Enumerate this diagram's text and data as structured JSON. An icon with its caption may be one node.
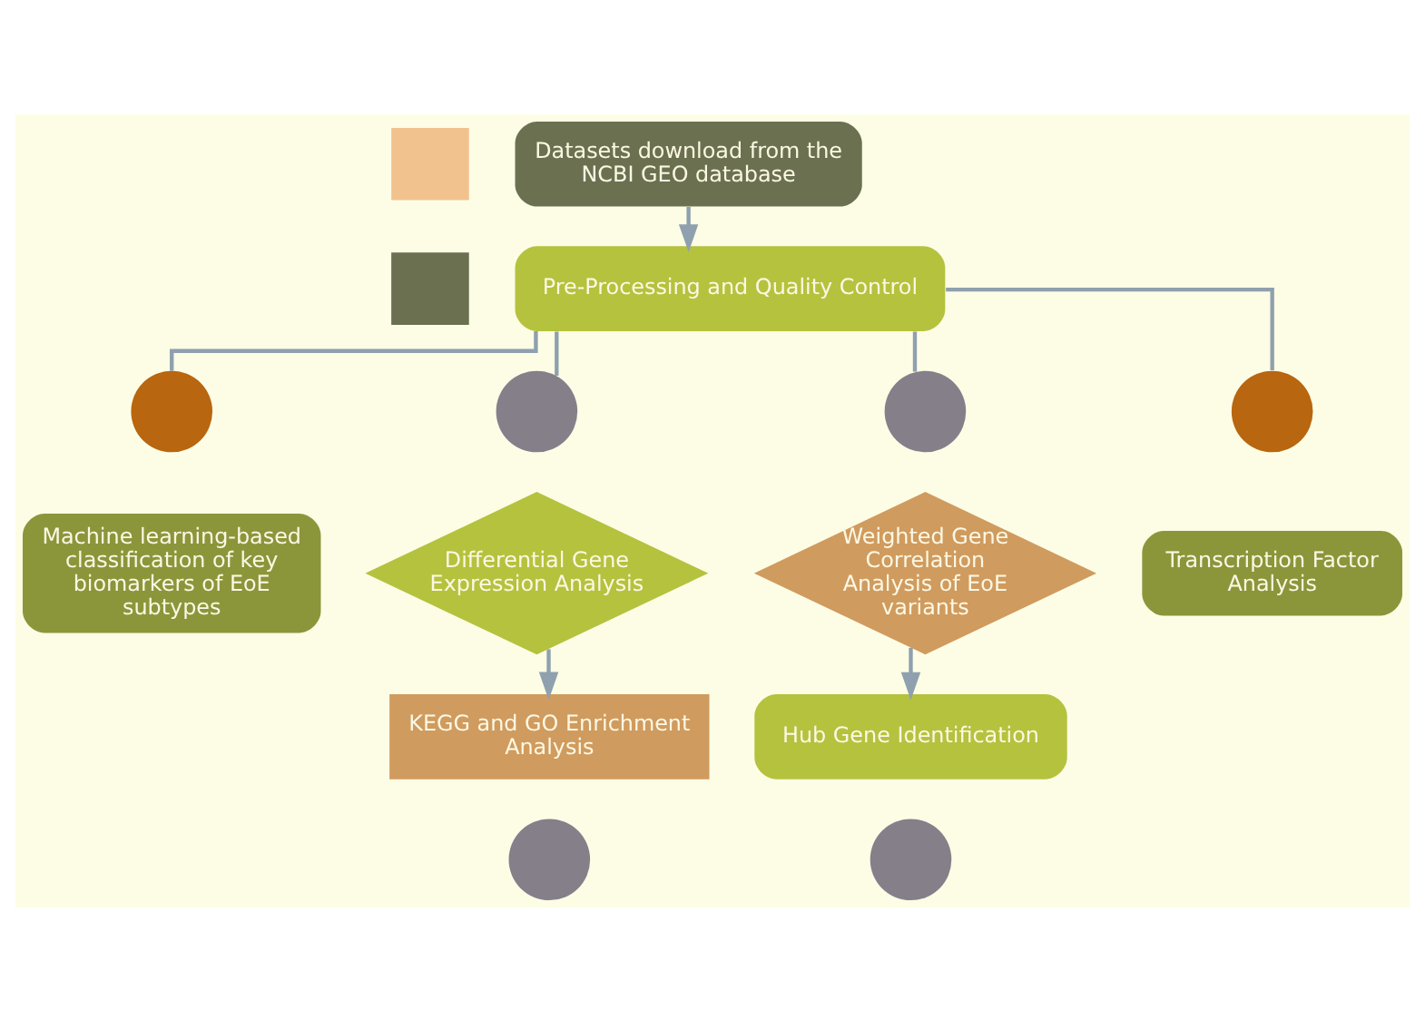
{
  "diagram": {
    "nodes": [
      {
        "text": [],
        "shape": "box"
      },
      {
        "text": [
          "Datasets download from the NCBI GEO database"
        ]
      },
      {
        "text": [],
        "shape": "box"
      },
      {
        "text": [
          "Pre-Processing and Quality Control"
        ]
      },
      {
        "text": [],
        "shape": "circle"
      },
      {
        "text": [],
        "shape": "circle"
      },
      {
        "text": [],
        "shape": "circle"
      },
      {
        "text": [],
        "shape": "circle"
      },
      {
        "text": [
          "Machine learning-based classification of key biomarkers of EoE subtypes"
        ]
      },
      {
        "text": [
          "Differential Gene Expression Analysis"
        ]
      },
      {
        "text": [
          "Weighted Gene Correlation Analysis of EoE variants"
        ]
      },
      {
        "text": [
          "Transcription Factor Analysis"
        ]
      },
      {
        "text": [
          "KEGG and GO Enrichment Analysis"
        ]
      },
      {
        "text": [
          "Hub Gene Identification"
        ]
      },
      {
        "text": [],
        "shape": "circle"
      },
      {
        "text": [],
        "shape": "circle"
      }
    ],
    "edges": [
      {
        "from": 1,
        "to": 3,
        "arrow": "to"
      },
      {
        "from": 3,
        "to": 4,
        "arrow": "none"
      },
      {
        "from": 3,
        "to": 5,
        "arrow": "none"
      },
      {
        "from": 3,
        "to": 6,
        "arrow": "none"
      },
      {
        "from": 3,
        "to": 7,
        "arrow": "none"
      },
      {
        "from": 9,
        "to": 12,
        "arrow": "to"
      },
      {
        "from": 10,
        "to": 13,
        "arrow": "to"
      }
    ]
  }
}
